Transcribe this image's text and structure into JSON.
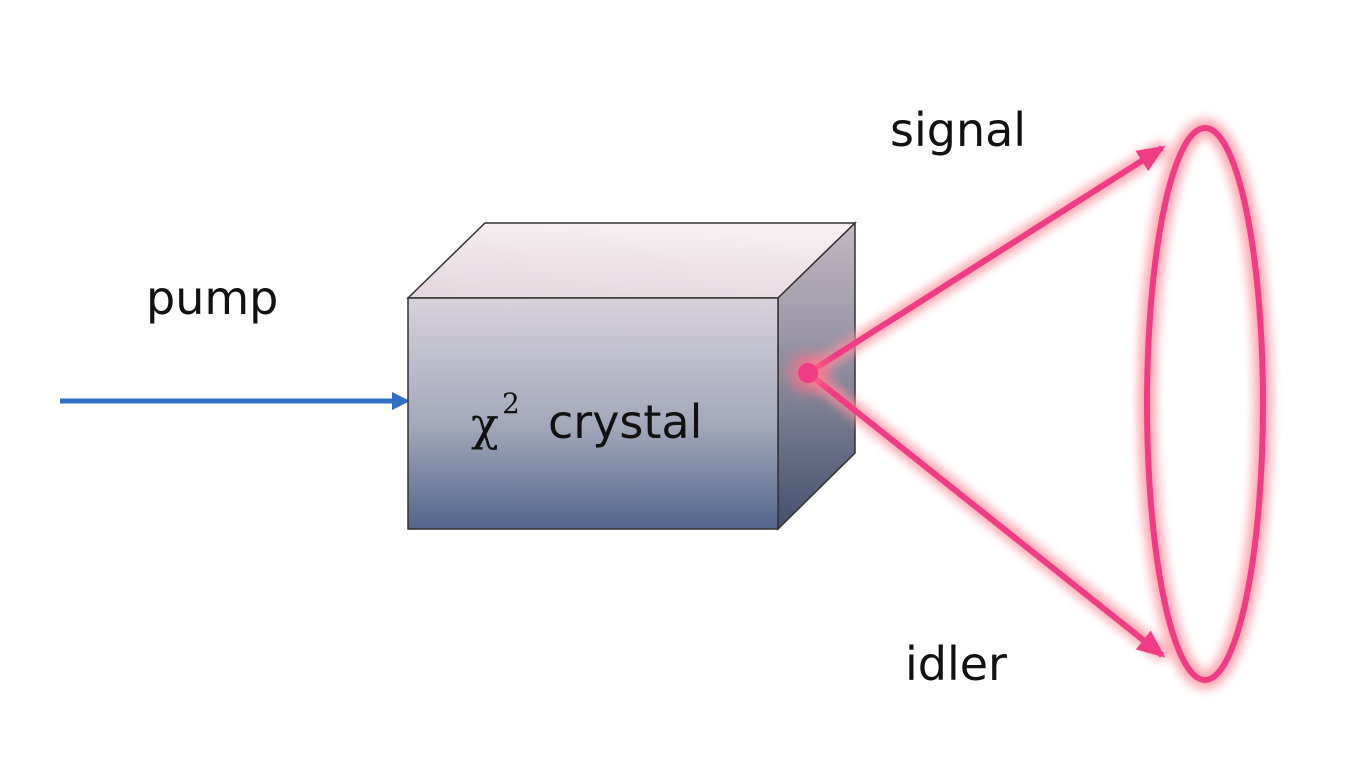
{
  "labels": {
    "pump": "pump",
    "signal": "signal",
    "idler": "idler",
    "crystal_symbol": "χ",
    "crystal_exponent": "2",
    "crystal_word": "crystal"
  },
  "colors": {
    "pump_beam": "#2f6fc4",
    "pump_glow": "#5bc0f0",
    "emission": "#ee3d84",
    "emission_glow": "#ff9aa8",
    "crystal_front_top": "#d6d0da",
    "crystal_front_bottom": "#566a8c",
    "crystal_top": "#efe3e7",
    "crystal_side_top": "#b8acb6",
    "crystal_side_bottom": "#4a5874"
  }
}
